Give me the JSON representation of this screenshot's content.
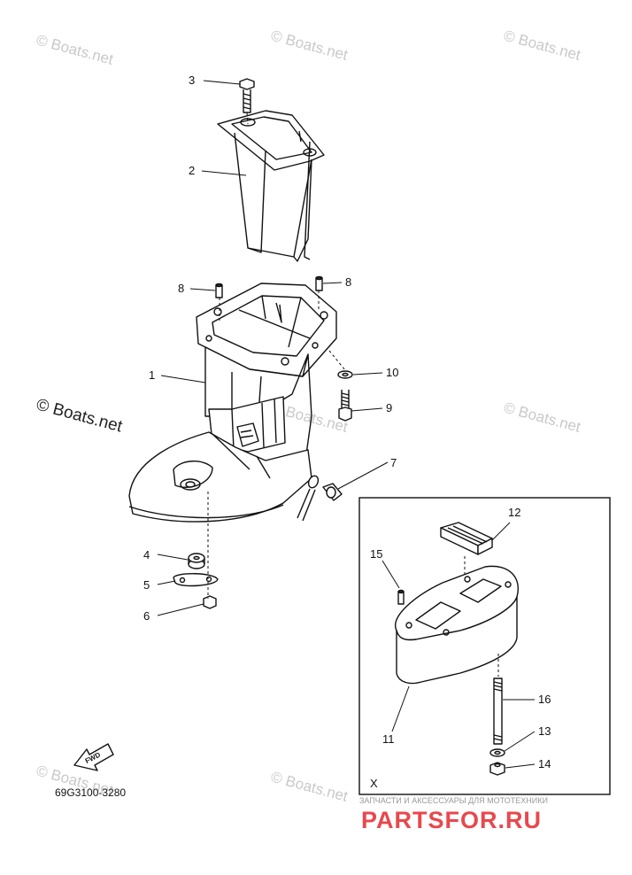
{
  "watermarks": [
    "© Boats.net",
    "© Boats.net",
    "© Boats.net",
    "© Boats.net",
    "© Boats.net",
    "© Boats.net",
    "© Boats.net"
  ],
  "main_watermark": "© Boats.net",
  "diagram_code": "69G3100-3280",
  "fwd_label": "FWD",
  "inset_label": "X",
  "brand_tagline": "ЗАПЧАСТИ И АКСЕССУАРЫ ДЛЯ МОТОТЕХНИКИ",
  "brand_name": "PARTSFOR.RU",
  "brand_color": "#e8484e",
  "callouts": [
    "1",
    "2",
    "3",
    "4",
    "5",
    "6",
    "7",
    "8",
    "8",
    "9",
    "10",
    "11",
    "12",
    "13",
    "14",
    "15",
    "16"
  ]
}
